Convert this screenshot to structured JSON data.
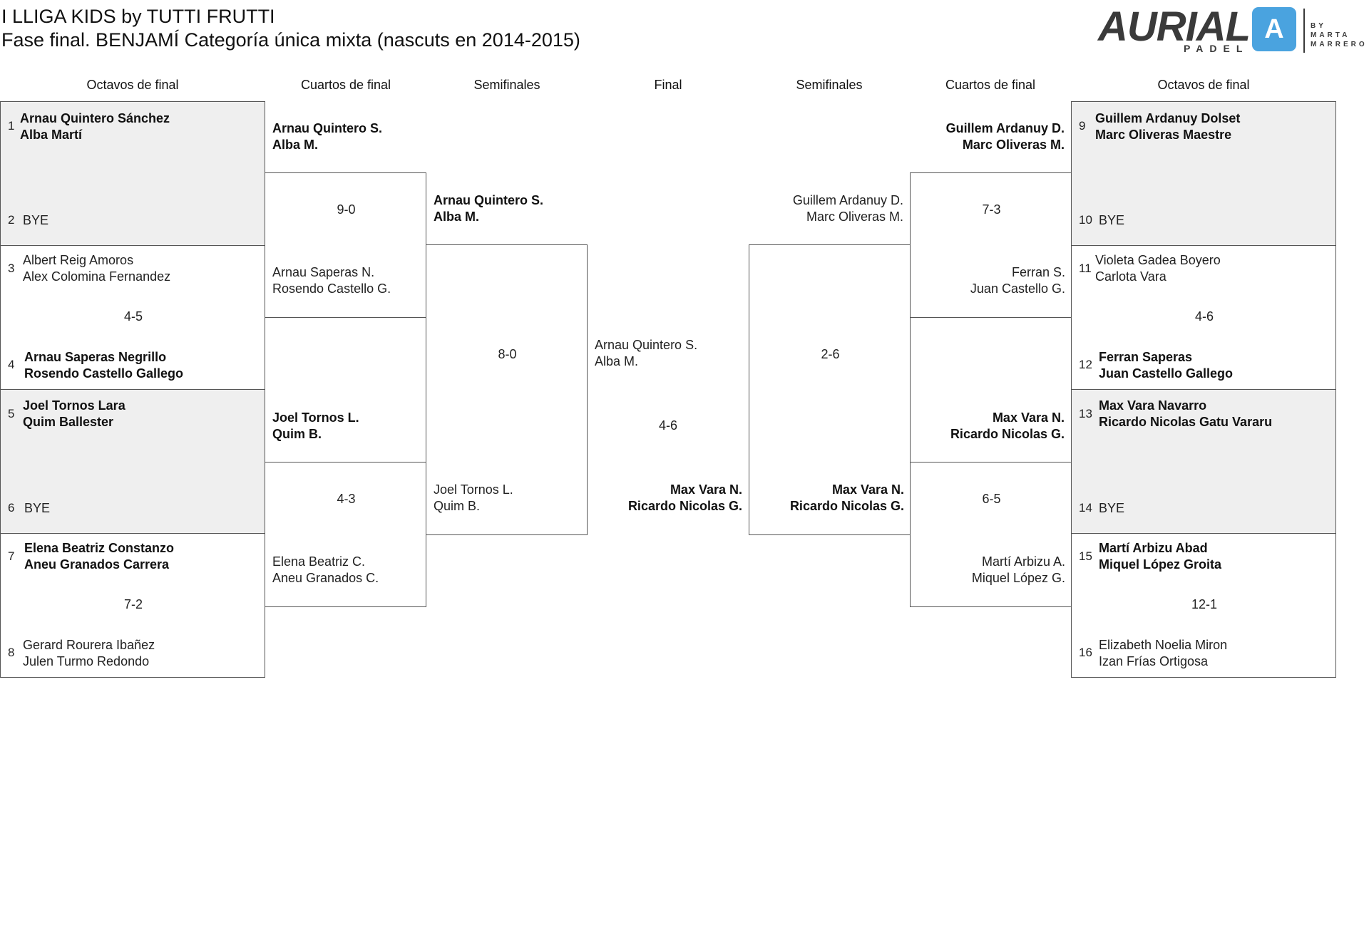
{
  "header": {
    "title": "I LLIGA KIDS by TUTTI FRUTTI",
    "subtitle": "Fase final. BENJAMÍ Categoría única mixta (nascuts en 2014-2015)"
  },
  "logo": {
    "word": "AURIAL",
    "sub": "PADEL",
    "mark": "A",
    "by_line1": "BY MARTA",
    "by_line2": "MARRERO",
    "brand_color": "#4aa3df"
  },
  "rounds": {
    "octavos": "Octavos de final",
    "cuartos": "Cuartos de final",
    "semis": "Semifinales",
    "final": "Final"
  },
  "octavos_left": [
    {
      "top_seed": "1",
      "top_l1": "Arnau Quintero Sánchez",
      "top_l2": "Alba Martí",
      "bottom_seed": "2",
      "bottom_l1": "BYE",
      "bottom_l2": "",
      "score": ""
    },
    {
      "top_seed": "3",
      "top_l1": "Albert Reig Amoros",
      "top_l2": "Alex Colomina Fernandez",
      "bottom_seed": "4",
      "bottom_l1": "Arnau Saperas Negrillo",
      "bottom_l2": "Rosendo Castello Gallego",
      "score": "4-5"
    },
    {
      "top_seed": "5",
      "top_l1": "Joel Tornos Lara",
      "top_l2": "Quim Ballester",
      "bottom_seed": "6",
      "bottom_l1": "BYE",
      "bottom_l2": "",
      "score": ""
    },
    {
      "top_seed": "7",
      "top_l1": "Elena Beatriz Constanzo",
      "top_l2": "Aneu Granados Carrera",
      "bottom_seed": "8",
      "bottom_l1": "Gerard Rourera Ibañez",
      "bottom_l2": "Julen Turmo Redondo",
      "score": "7-2"
    }
  ],
  "octavos_right": [
    {
      "top_seed": "9",
      "top_l1": "Guillem Ardanuy Dolset",
      "top_l2": "Marc Oliveras Maestre",
      "bottom_seed": "10",
      "bottom_l1": "BYE",
      "bottom_l2": "",
      "score": ""
    },
    {
      "top_seed": "11",
      "top_l1": "Violeta Gadea Boyero",
      "top_l2": "Carlota Vara",
      "bottom_seed": "12",
      "bottom_l1": "Ferran Saperas",
      "bottom_l2": "Juan Castello Gallego",
      "score": "4-6"
    },
    {
      "top_seed": "13",
      "top_l1": "Max Vara Navarro",
      "top_l2": "Ricardo Nicolas Gatu Vararu",
      "bottom_seed": "14",
      "bottom_l1": "BYE",
      "bottom_l2": "",
      "score": ""
    },
    {
      "top_seed": "15",
      "top_l1": "Martí Arbizu Abad",
      "top_l2": "Miquel López Groita",
      "bottom_seed": "16",
      "bottom_l1": "Elizabeth Noelia Miron",
      "bottom_l2": "Izan Frías Ortigosa",
      "score": "12-1"
    }
  ],
  "cuartos_left": [
    {
      "top_l1": "Arnau Quintero S.",
      "top_l2": "Alba M.",
      "score": "9-0",
      "bottom_l1": "Arnau Saperas N.",
      "bottom_l2": "Rosendo Castello G."
    },
    {
      "top_l1": "Joel Tornos L.",
      "top_l2": "Quim B.",
      "score": "4-3",
      "bottom_l1": "Elena Beatriz C.",
      "bottom_l2": "Aneu Granados C."
    }
  ],
  "cuartos_right": [
    {
      "top_l1": "Guillem Ardanuy D.",
      "top_l2": "Marc Oliveras M.",
      "score": "7-3",
      "bottom_l1": "Ferran S.",
      "bottom_l2": "Juan Castello G."
    },
    {
      "top_l1": "Max Vara N.",
      "top_l2": "Ricardo Nicolas G.",
      "score": "6-5",
      "bottom_l1": "Martí Arbizu A.",
      "bottom_l2": "Miquel López G."
    }
  ],
  "semis_left": {
    "top_l1": "Arnau Quintero S.",
    "top_l2": "Alba M.",
    "score": "8-0",
    "bottom_l1": "Joel Tornos L.",
    "bottom_l2": "Quim B."
  },
  "semis_right": {
    "top_l1": "Guillem Ardanuy D.",
    "top_l2": "Marc Oliveras M.",
    "score": "2-6",
    "bottom_l1": "Max Vara N.",
    "bottom_l2": "Ricardo Nicolas G."
  },
  "final": {
    "left_l1": "Arnau Quintero S.",
    "left_l2": "Alba M.",
    "score": "4-6",
    "right_l1": "Max Vara N.",
    "right_l2": "Ricardo Nicolas G."
  }
}
